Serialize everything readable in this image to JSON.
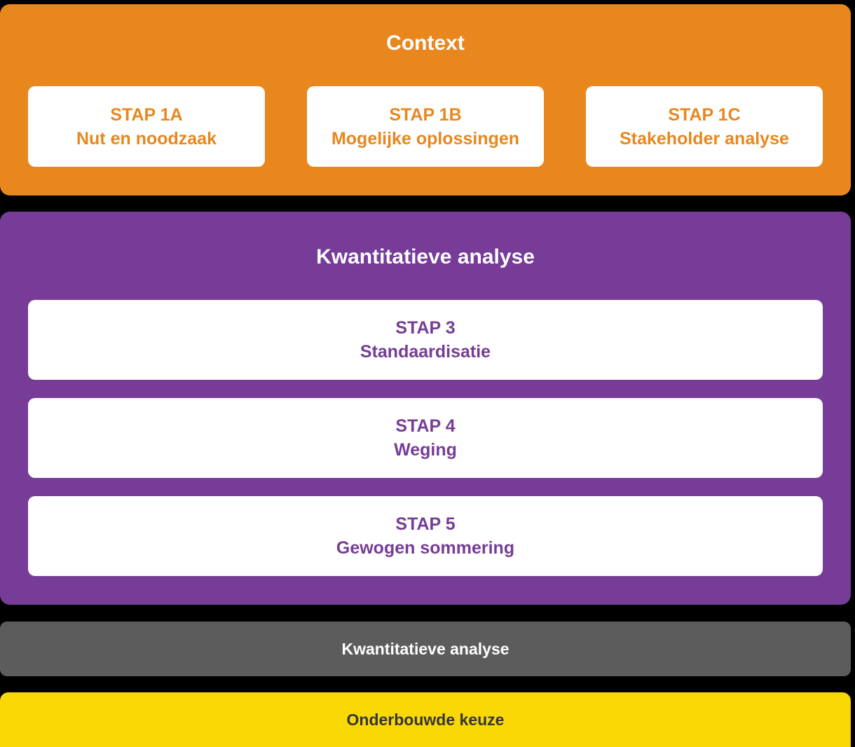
{
  "colors": {
    "background": "#000000",
    "orange": "#E8871E",
    "purple": "#763C97",
    "gray": "#5C5C5C",
    "yellow": "#F9D806",
    "card_background": "#FFFFFF",
    "dark_text": "#353535",
    "white_text": "#FFFFFF"
  },
  "context": {
    "title": "Context",
    "cards": [
      {
        "step": "STAP 1A",
        "label": "Nut en noodzaak"
      },
      {
        "step": "STAP 1B",
        "label": "Mogelijke oplossingen"
      },
      {
        "step": "STAP 1C",
        "label": "Stakeholder analyse"
      }
    ]
  },
  "quantitative": {
    "title": "Kwantitatieve analyse",
    "cards": [
      {
        "step": "STAP 3",
        "label": "Standaardisatie"
      },
      {
        "step": "STAP 4",
        "label": "Weging"
      },
      {
        "step": "STAP 5",
        "label": "Gewogen sommering"
      }
    ]
  },
  "gray_bar": {
    "label": "Kwantitatieve analyse"
  },
  "yellow_bar": {
    "label": "Onderbouwde keuze"
  }
}
